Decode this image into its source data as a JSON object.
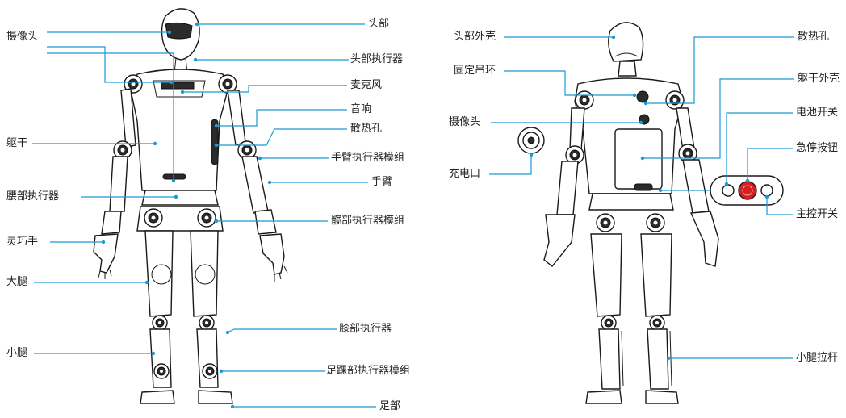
{
  "front_labels": {
    "head": "头部",
    "camera": "摄像头",
    "head_actuator": "头部执行器",
    "microphone": "麦克风",
    "speaker": "音响",
    "vent": "散热孔",
    "torso": "躯干",
    "arm_actuator_module": "手臂执行器模组",
    "arm": "手臂",
    "waist_actuator": "腰部执行器",
    "hip_actuator_module": "髋部执行器模组",
    "dexterous_hand": "灵巧手",
    "thigh": "大腿",
    "knee_actuator": "膝部执行器",
    "shank": "小腿",
    "ankle_actuator_module": "足踝部执行器模组",
    "foot": "足部"
  },
  "back_labels": {
    "head_shell": "头部外壳",
    "vent": "散热孔",
    "lifting_ring": "固定吊环",
    "torso_shell": "躯干外壳",
    "camera": "摄像头",
    "battery_switch": "电池开关",
    "emergency_stop": "急停按钮",
    "charging_port": "充电口",
    "main_switch": "主控开关",
    "shank_pull_rod": "小腿拉杆"
  },
  "colors": {
    "leader_line": "#1a9ad6",
    "emergency_button": "#d42020"
  }
}
